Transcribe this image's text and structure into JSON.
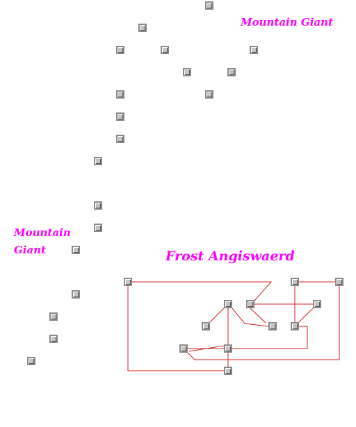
{
  "labels": {
    "zone_top_right": "Mountain Giant",
    "zone_left_line1": "Mountain",
    "zone_left_line2": "Giant",
    "zone_frost": "Frost Angiswaerd"
  },
  "colors": {
    "label": "#ff00ff",
    "connection": "#d42020",
    "node_fill": "#c4c4c4",
    "node_border": "#8a8a8a",
    "background": "#ffffff"
  },
  "node_icon": "gray-square-waypoint-icon"
}
